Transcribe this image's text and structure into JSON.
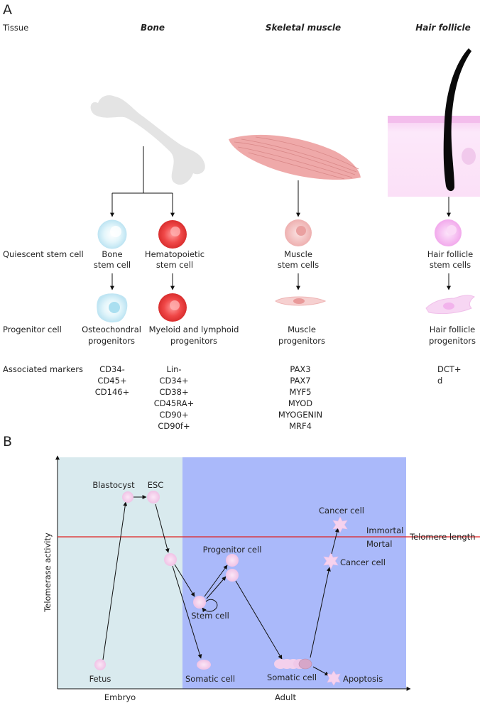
{
  "panel_a": {
    "label": "A",
    "rows": {
      "tissue": "Tissue",
      "quiescent": "Quiescent stem cell",
      "progenitor": "Progenitor cell",
      "markers": "Associated markers"
    },
    "tissues": {
      "bone": "Bone",
      "muscle": "Skeletal muscle",
      "hair": "Hair follicle"
    },
    "stem_cells": {
      "bone": [
        "Bone",
        "stem cell"
      ],
      "hematopoietic": [
        "Hematopoietic",
        "stem cell"
      ],
      "muscle": [
        "Muscle",
        "stem cells"
      ],
      "hair": [
        "Hair follicle",
        "stem cells"
      ]
    },
    "progenitors": {
      "bone": [
        "Osteochondral",
        "progenitors"
      ],
      "hematopoietic": [
        "Myeloid and lymphoid",
        "progenitors"
      ],
      "muscle": [
        "Muscle",
        "progenitors"
      ],
      "hair": [
        "Hair follicle",
        "progenitors"
      ]
    },
    "markers": {
      "bone": [
        "CD34-",
        "CD45+",
        "CD146+"
      ],
      "hematopoietic": [
        "Lin-",
        "CD34+",
        "CD38+",
        "CD45RA+",
        "CD90+",
        "CD90f+"
      ],
      "muscle": [
        "PAX3",
        "PAX7",
        "MYF5",
        "MYOD",
        "MYOGENIN",
        "MRF4"
      ],
      "hair": [
        "DCT+",
        "d"
      ]
    },
    "colors": {
      "bone_cell": "#cdeef8",
      "hsc_cell": "#e83f3f",
      "muscle_cell": "#f2b6b6",
      "hair_cell": "#f4b3ee",
      "bone_shape": "#e6e6e6",
      "muscle_shape": "#eea5a5",
      "skin": "#f9d4f3"
    }
  },
  "panel_b": {
    "label": "B",
    "y_axis": "Telomerase activity",
    "x_regions": {
      "embryo": "Embryo",
      "adult": "Adult"
    },
    "threshold": {
      "label": "Telomere length",
      "above": "Immortal",
      "below": "Mortal"
    },
    "nodes": {
      "blastocyst": "Blastocyst",
      "esc": "ESC",
      "progenitor": "Progenitor cell",
      "stem": "Stem cell",
      "fetus": "Fetus",
      "somatic1": "Somatic cell",
      "somatic2": "Somatic cell",
      "cancer_top": "Cancer cell",
      "cancer_mid": "Cancer cell",
      "apoptosis": "Apoptosis"
    },
    "colors": {
      "embryo_bg": "#d9eaee",
      "adult_bg": "#aab9fa",
      "threshold_line": "#e02020",
      "node": "#f6d2ee"
    }
  }
}
